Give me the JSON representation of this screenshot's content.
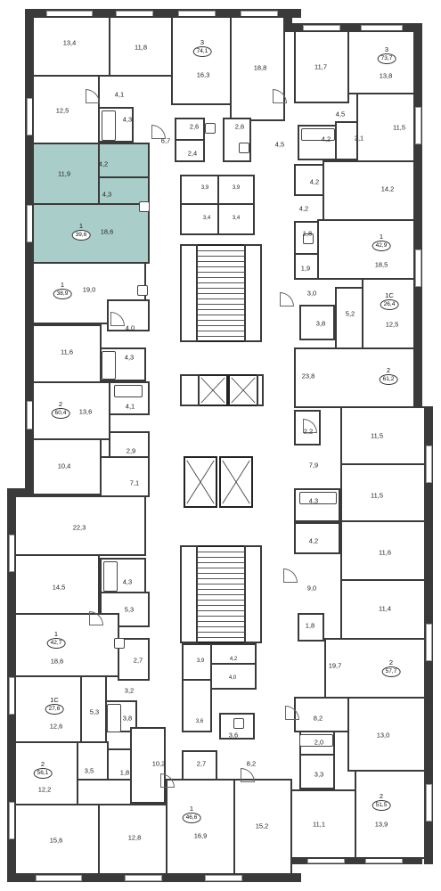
{
  "plan": {
    "apartments": [
      {
        "id": "a1",
        "number": "3",
        "area": "74,1"
      },
      {
        "id": "a2",
        "number": "3",
        "area": "73,7"
      },
      {
        "id": "a3",
        "number": "1",
        "area": "39,6",
        "highlighted": true
      },
      {
        "id": "a4",
        "number": "1",
        "area": "42,9"
      },
      {
        "id": "a5",
        "number": "1",
        "area": "38,9"
      },
      {
        "id": "a6",
        "number": "1С",
        "area": "26,4"
      },
      {
        "id": "a7",
        "number": "2",
        "area": "61,2"
      },
      {
        "id": "a8",
        "number": "2",
        "area": "60,4"
      },
      {
        "id": "a9",
        "number": "1",
        "area": "42,7"
      },
      {
        "id": "a10",
        "number": "2",
        "area": "57,7"
      },
      {
        "id": "a11",
        "number": "1С",
        "area": "27,6"
      },
      {
        "id": "a12",
        "number": "2",
        "area": "56,1"
      },
      {
        "id": "a13",
        "number": "2",
        "area": "51,5"
      },
      {
        "id": "a14",
        "number": "1",
        "area": "46,6"
      }
    ],
    "room_areas": [
      "13,4",
      "11,8",
      "16,3",
      "18,8",
      "11,7",
      "13,8",
      "4,1",
      "12,5",
      "4,3",
      "6,7",
      "2,6",
      "2,6",
      "4,5",
      "4,5",
      "2,1",
      "11,5",
      "4,2",
      "4,2",
      "2,4",
      "11,9",
      "4,2",
      "4,3",
      "3,9",
      "3,9",
      "14,2",
      "4,2",
      "18,6",
      "3,4",
      "3,4",
      "1,8",
      "18,5",
      "1,9",
      "19,0",
      "3,0",
      "5,2",
      "12,5",
      "3,8",
      "4,0",
      "11,6",
      "4,3",
      "23,8",
      "4,1",
      "13,6",
      "2,2",
      "11,5",
      "2,9",
      "10,4",
      "7,9",
      "7,1",
      "4,3",
      "11,5",
      "4,2",
      "22,3",
      "11,6",
      "14,5",
      "4,3",
      "9,0",
      "5,3",
      "11,4",
      "1,8",
      "18,6",
      "2,7",
      "3,9",
      "4,2",
      "19,7",
      "4,0",
      "3,2",
      "5,3",
      "3,8",
      "3,6",
      "3,6",
      "8,2",
      "12,6",
      "2,0",
      "13,0",
      "10,2",
      "3,5",
      "1,8",
      "3,3",
      "2,7",
      "8,2",
      "12,2",
      "11,1",
      "13,9",
      "15,6",
      "12,8",
      "16,9",
      "15,2"
    ]
  }
}
